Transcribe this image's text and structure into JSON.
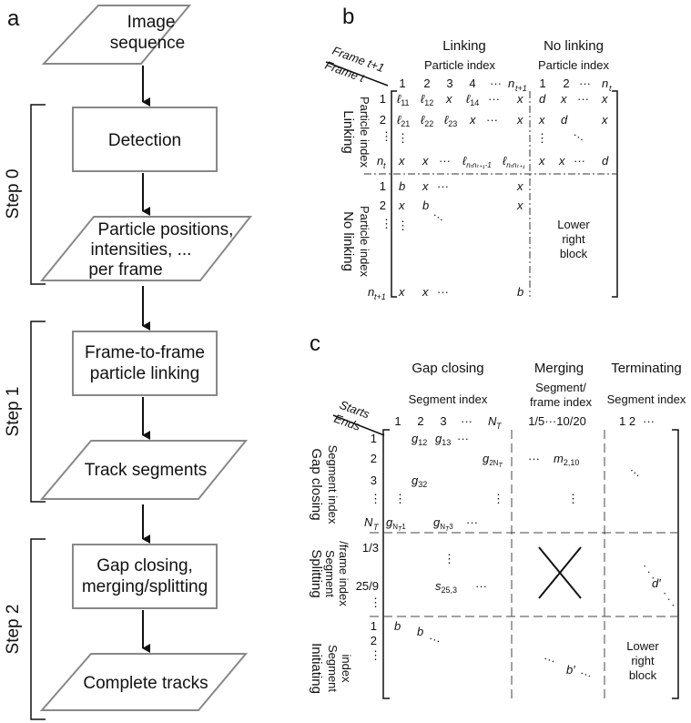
{
  "panels": {
    "a": "a",
    "b": "b",
    "c": "c"
  },
  "flow": {
    "image_sequence": [
      "Image",
      "sequence"
    ],
    "detection": "Detection",
    "particle_info": [
      "Particle positions,",
      "intensities, ...",
      "per frame"
    ],
    "frame_linking": [
      "Frame-to-frame",
      "particle linking"
    ],
    "track_segments": "Track segments",
    "gap_closing_box": [
      "Gap closing,",
      "merging/splitting"
    ],
    "complete_tracks": "Complete tracks",
    "steps": [
      "Step 0",
      "Step 1",
      "Step 2"
    ]
  },
  "panel_b": {
    "corner_top": "Frame t+1",
    "corner_bottom": "Frame t",
    "col_groups": [
      "Linking",
      "No linking"
    ],
    "col_sub": "Particle index",
    "row_groups": [
      "Linking",
      "No linking"
    ],
    "row_sub": "Particle index",
    "col_idx_link": [
      "1",
      "2",
      "3",
      "4",
      "n"
    ],
    "col_idx_link_sub": "t+1",
    "col_idx_nolink": [
      "1",
      "2",
      "n"
    ],
    "col_idx_nolink_sub": "t",
    "row_idx_link": [
      "1",
      "2",
      "n"
    ],
    "row_idx_link_sub": "t",
    "row_idx_nolink": [
      "1",
      "2",
      "n"
    ],
    "row_idx_nolink_sub": "t+1",
    "lower_right": [
      "Lower",
      "right",
      "block"
    ],
    "cell_ell": "ℓ",
    "cell_x": "x",
    "cell_d": "d",
    "cell_b": "b",
    "ell_subs": [
      "11",
      "12",
      "14",
      "21",
      "22",
      "23"
    ]
  },
  "panel_c": {
    "corner_top": "Starts",
    "corner_bottom": "Ends",
    "col_groups": [
      "Gap closing",
      "Merging",
      "Terminating"
    ],
    "col_sub_gap": "Segment index",
    "col_sub_merge": [
      "Segment/",
      "frame index"
    ],
    "col_sub_term": "Segment index",
    "col_idx_gap": [
      "1",
      "2",
      "3",
      "N"
    ],
    "col_idx_merge": "1/5···10/20",
    "col_idx_term": "1 2",
    "row_groups": [
      "Gap closing",
      "Splitting",
      "Initiating"
    ],
    "row_sub_gap": "Segment index",
    "row_sub_split": [
      "Segment",
      "/frame index"
    ],
    "row_sub_init": [
      "Segment",
      "index"
    ],
    "row_idx_gap": [
      "1",
      "2",
      "3",
      "N"
    ],
    "row_idx_split": [
      "1/3",
      "25/9"
    ],
    "row_idx_init": [
      "1",
      "2"
    ],
    "sub_T": "T",
    "cell_g": "g",
    "cell_m": "m",
    "cell_s": "s",
    "cell_dp": "d′",
    "cell_bp": "b′",
    "g_subs": [
      "12",
      "13",
      "32"
    ],
    "m_sub": "2,10",
    "s_sub": "25,3",
    "lower_right": [
      "Lower",
      "right",
      "block"
    ]
  }
}
